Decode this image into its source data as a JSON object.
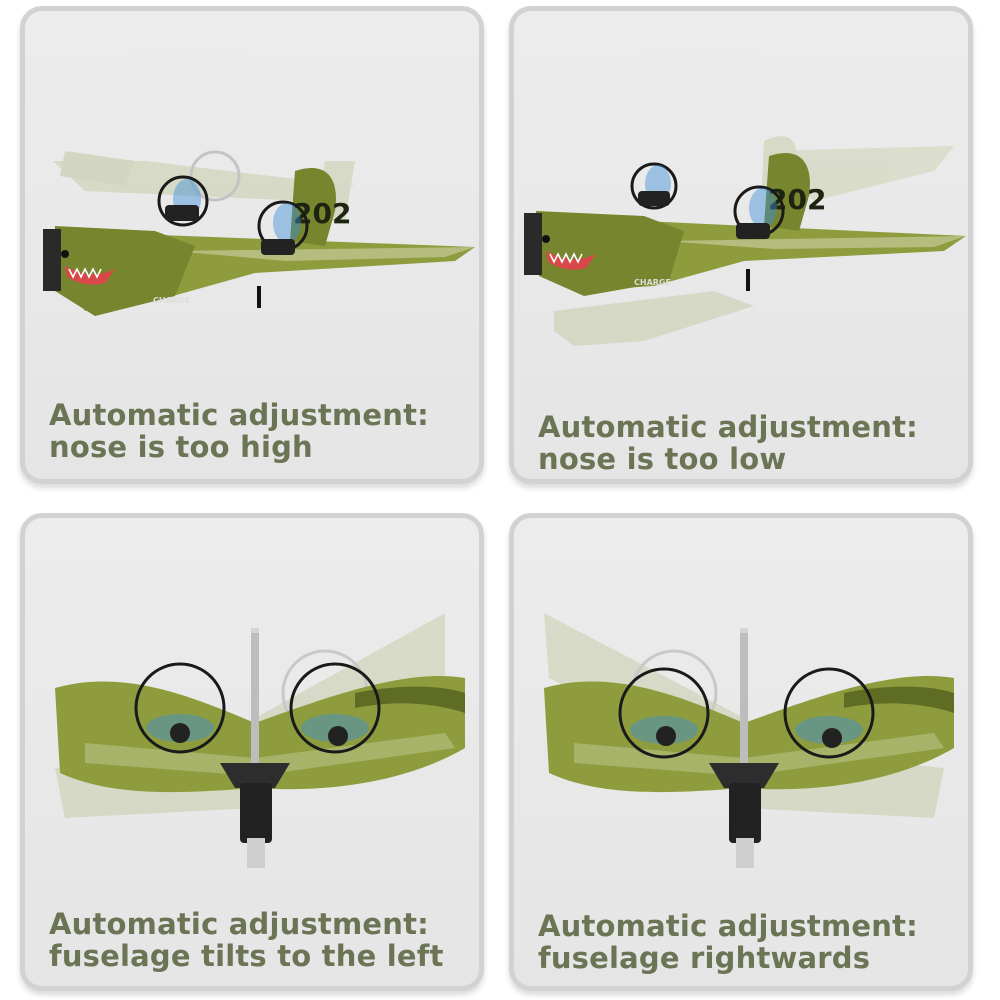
{
  "panels": [
    {
      "line1": "Automatic adjustment:",
      "line2": "nose is too high"
    },
    {
      "line1": "Automatic adjustment:",
      "line2": "nose is too low"
    },
    {
      "line1": "Automatic adjustment:",
      "line2": "fuselage tilts to the left"
    },
    {
      "line1": "Automatic adjustment:",
      "line2": "fuselage rightwards"
    }
  ],
  "plane_markings": {
    "tail_number": "202",
    "charge_label": "CHARGE"
  },
  "colors": {
    "caption": "#6b7454",
    "fuselage_green": "#8a9a3c",
    "card_border": "#d2d2d2",
    "propeller_blue": "#3b8fd8"
  }
}
